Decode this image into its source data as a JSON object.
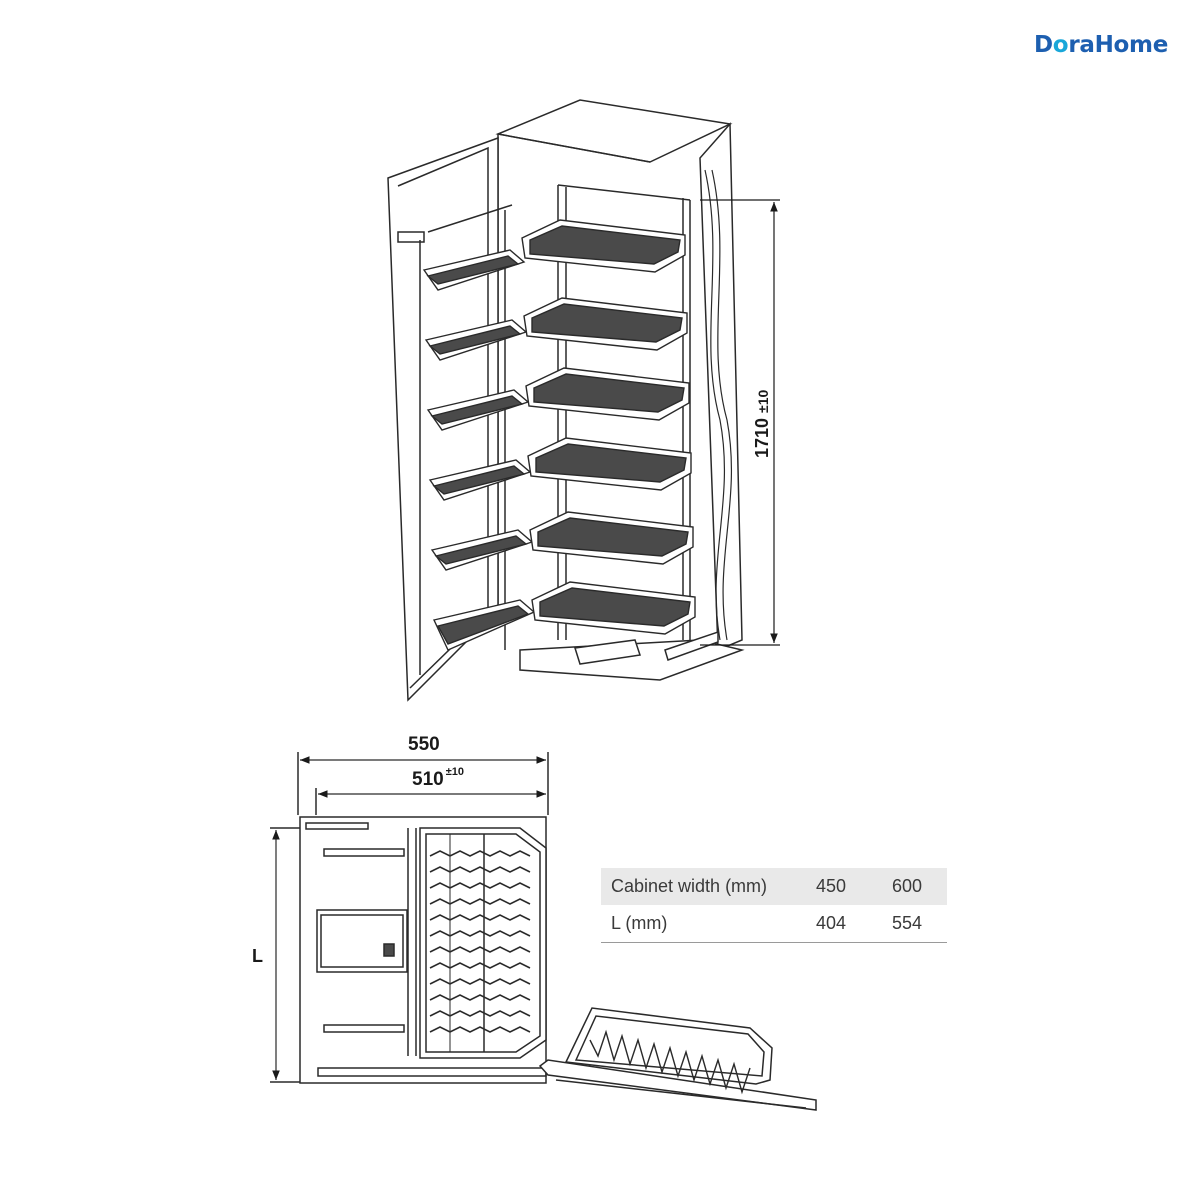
{
  "brand": {
    "logo_text_a": "D",
    "logo_text_o": "o",
    "logo_text_b": "raHome",
    "primary_color": "#1d5fb0",
    "accent_color": "#19a7d9"
  },
  "dimensions": {
    "height_value": "1710",
    "height_tolerance": "±10",
    "outer_width": "550",
    "inner_width": "510",
    "inner_width_tolerance": "±10",
    "depth_label": "L"
  },
  "spec_table": {
    "header": {
      "label": "Cabinet width (mm)",
      "v1": "450",
      "v2": "600"
    },
    "row": {
      "label": "L (mm)",
      "v1": "404",
      "v2": "554"
    }
  }
}
